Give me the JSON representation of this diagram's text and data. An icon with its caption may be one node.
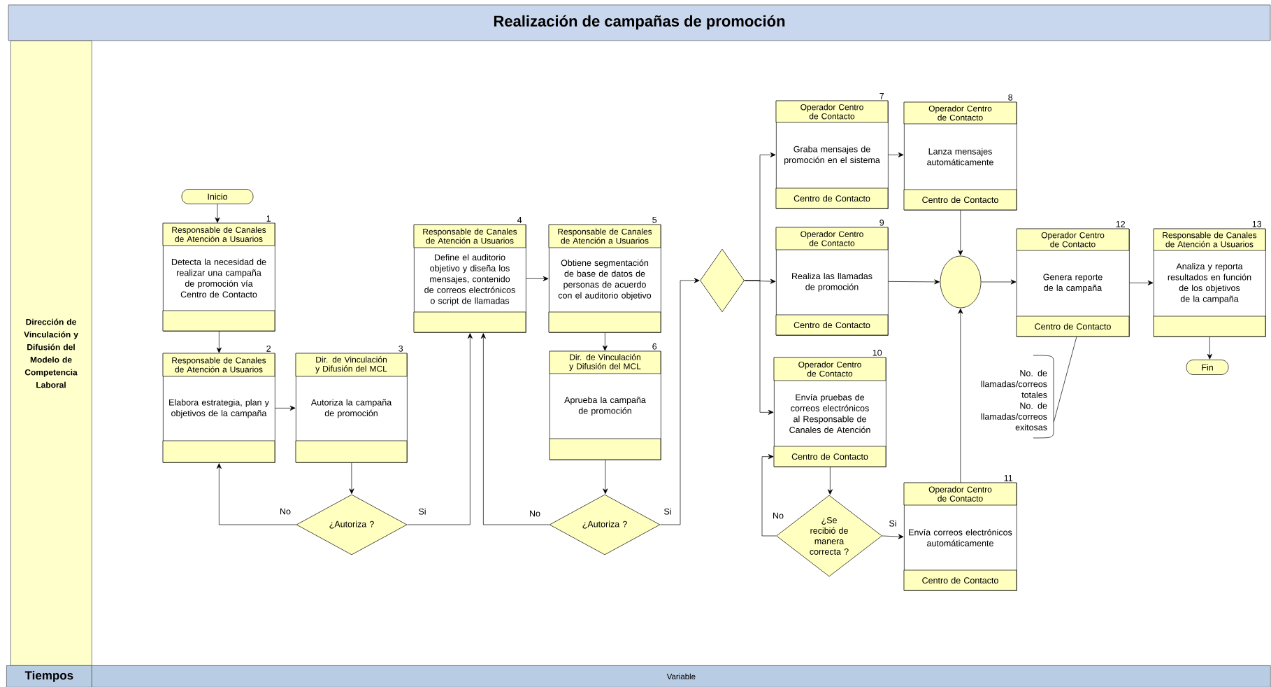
{
  "diagram": {
    "title": "Realización de campañas de promoción",
    "nodes": [
      {
        "text": [
          "Dirección de Vinculación y Difusión del Modelo de Competencia Laboral"
        ]
      },
      {
        "text": [
          "Inicio"
        ]
      },
      {
        "text": [
          "Responsable de Canales de Atención a Usuarios",
          "Detecta la necesidad de realizar una campaña de promoción vía Centro de Contacto"
        ],
        "beside": [
          "1"
        ]
      },
      {
        "text": [
          "Responsable de Canales de Atención a Usuarios",
          "Elabora estrategia, plan y objetivos de la campaña"
        ],
        "beside": [
          "2"
        ]
      },
      {
        "text": [
          "Dir. de Vinculación y Difusión del MCL",
          "Autoriza la campaña de promoción"
        ],
        "beside": [
          "3"
        ]
      },
      {
        "text": [
          "¿Autoriza ?"
        ]
      },
      {
        "text": [
          "Responsable de Canales de Atención a Usuarios",
          "Define el auditorio objetivo y diseña los mensajes, contenido de correos electrónicos o script de llamadas"
        ],
        "beside": [
          "4"
        ]
      },
      {
        "text": [
          "Responsable de Canales de Atención a Usuarios",
          "Obtiene segmentación de base de datos de personas de acuerdo con el auditorio objetivo"
        ],
        "beside": [
          "5"
        ]
      },
      {
        "text": [
          "Dir. de Vinculación y Difusión del MCL",
          "Aprueba la campaña de promoción"
        ],
        "beside": [
          "6"
        ]
      },
      {
        "text": [
          "¿Autoriza ?"
        ]
      },
      {
        "text": [],
        "shape": "diamond"
      },
      {
        "text": [
          "Operador Centro de Contacto",
          "Graba mensajes de promoción en el sistema",
          "Centro de Contacto"
        ],
        "beside": [
          "7"
        ]
      },
      {
        "text": [
          "Operador Centro de Contacto",
          "Lanza mensajes automáticamente",
          "Centro de Contacto"
        ],
        "beside": [
          "8"
        ]
      },
      {
        "text": [
          "Operador Centro de Contacto",
          "Realiza las llamadas de promoción",
          "Centro de Contacto"
        ],
        "beside": [
          "9"
        ]
      },
      {
        "text": [
          "Operador Centro de Contacto",
          "Envía pruebas de correos electrónicos al Responsable de Canales de Atención",
          "Centro de Contacto"
        ],
        "beside": [
          "10"
        ]
      },
      {
        "text": [
          "¿Se recibió de manera correcta ?"
        ]
      },
      {
        "text": [
          "Operador Centro de Contacto",
          "Envía correos electrónicos automáticamente",
          "Centro de Contacto"
        ],
        "beside": [
          "11"
        ]
      },
      {
        "text": [],
        "shape": "circle"
      },
      {
        "text": [
          "Operador Centro de Contacto",
          "Genera reporte de la campaña",
          "Centro de Contacto"
        ],
        "beside": [
          "12"
        ]
      },
      {
        "text": [
          "Responsable de Canales de Atención a Usuarios",
          "Analiza y reporta resultados en función de los objetivos de la campaña"
        ],
        "beside": [
          "13"
        ]
      },
      {
        "text": [
          "Fin"
        ]
      },
      {
        "text": [
          "No. de llamadas/correos totales",
          "No. de llamadas/correos exitosas"
        ]
      },
      {
        "text": [
          "Tiempos"
        ]
      },
      {
        "text": [
          "Variable"
        ]
      }
    ],
    "edges": [
      {
        "from": 1,
        "to": 2,
        "arrow": "to"
      },
      {
        "from": 2,
        "to": 3,
        "arrow": "to"
      },
      {
        "from": 3,
        "to": 4,
        "arrow": "to"
      },
      {
        "from": 4,
        "to": 5,
        "arrow": "to"
      },
      {
        "from": 5,
        "to": 3,
        "arrow": "to",
        "label": "No"
      },
      {
        "from": 5,
        "to": 6,
        "arrow": "to",
        "label": "Si"
      },
      {
        "from": 6,
        "to": 7,
        "arrow": "to"
      },
      {
        "from": 7,
        "to": 8,
        "arrow": "to"
      },
      {
        "from": 8,
        "to": 9,
        "arrow": "to"
      },
      {
        "from": 9,
        "to": 6,
        "arrow": "to",
        "label": "No"
      },
      {
        "from": 9,
        "to": 10,
        "arrow": "to",
        "label": "Si"
      },
      {
        "from": 10,
        "to": 11,
        "arrow": "to"
      },
      {
        "from": 10,
        "to": 13,
        "arrow": "to"
      },
      {
        "from": 10,
        "to": 14,
        "arrow": "to"
      },
      {
        "from": 11,
        "to": 12,
        "arrow": "to"
      },
      {
        "from": 12,
        "to": 17,
        "arrow": "to"
      },
      {
        "from": 13,
        "to": 17,
        "arrow": "to"
      },
      {
        "from": 16,
        "to": 17,
        "arrow": "to"
      },
      {
        "from": 14,
        "to": 15,
        "arrow": "to"
      },
      {
        "from": 15,
        "to": 14,
        "arrow": "to",
        "label": "No"
      },
      {
        "from": 15,
        "to": 16,
        "arrow": "to",
        "label": "Si"
      },
      {
        "from": 17,
        "to": 18,
        "arrow": "to"
      },
      {
        "from": 18,
        "to": 19,
        "arrow": "to"
      },
      {
        "from": 19,
        "to": 20,
        "arrow": "to"
      },
      {
        "from": 21,
        "to": 18,
        "arrow": "none"
      }
    ]
  }
}
